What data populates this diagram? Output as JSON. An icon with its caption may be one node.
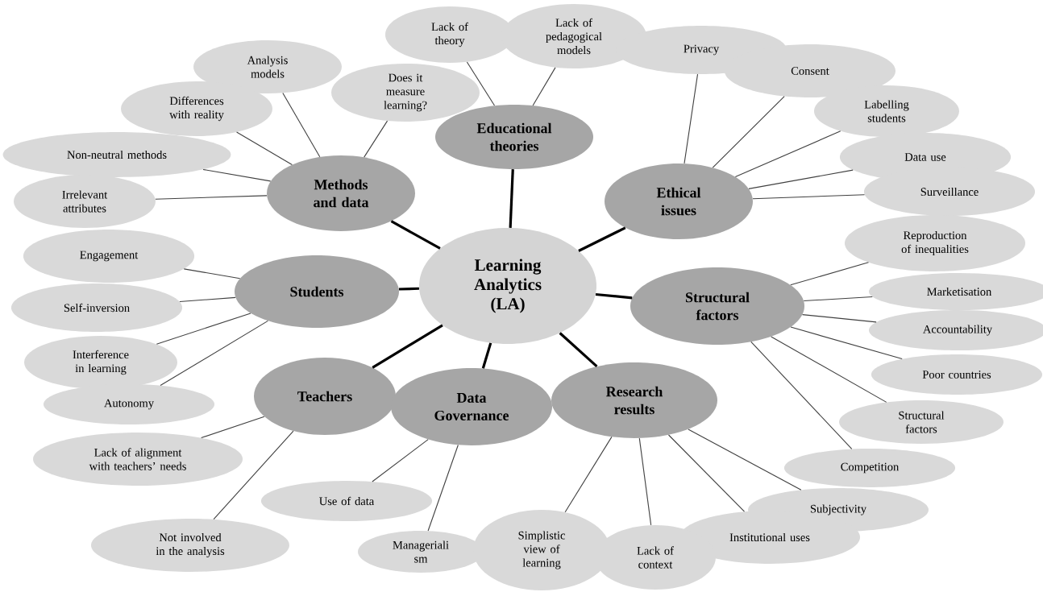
{
  "diagram": {
    "nodes": [
      {
        "text": [
          "Learning Analytics (LA)"
        ]
      },
      {
        "text": [
          "Educational theories"
        ]
      },
      {
        "text": [
          "Methods and data"
        ]
      },
      {
        "text": [
          "Ethical issues"
        ]
      },
      {
        "text": [
          "Students"
        ]
      },
      {
        "text": [
          "Structural factors"
        ]
      },
      {
        "text": [
          "Teachers"
        ]
      },
      {
        "text": [
          "Data Governance"
        ]
      },
      {
        "text": [
          "Research results"
        ]
      },
      {
        "text": [
          "Lack of theory"
        ]
      },
      {
        "text": [
          "Lack of pedagogical models"
        ]
      },
      {
        "text": [
          "Does it measure learning?"
        ]
      },
      {
        "text": [
          "Analysis models"
        ]
      },
      {
        "text": [
          "Differences with reality"
        ]
      },
      {
        "text": [
          "Non-neutral methods"
        ]
      },
      {
        "text": [
          "Irrelevant attributes"
        ]
      },
      {
        "text": [
          "Privacy"
        ]
      },
      {
        "text": [
          "Consent"
        ]
      },
      {
        "text": [
          "Labelling students"
        ]
      },
      {
        "text": [
          "Data use"
        ]
      },
      {
        "text": [
          "Surveillance"
        ]
      },
      {
        "text": [
          "Engagement"
        ]
      },
      {
        "text": [
          "Self-inversion"
        ]
      },
      {
        "text": [
          "Interference in learning"
        ]
      },
      {
        "text": [
          "Autonomy"
        ]
      },
      {
        "text": [
          "Reproduction of inequalities"
        ]
      },
      {
        "text": [
          "Marketisation"
        ]
      },
      {
        "text": [
          "Accountability"
        ]
      },
      {
        "text": [
          "Poor countries"
        ]
      },
      {
        "text": [
          "Structural factors"
        ]
      },
      {
        "text": [
          "Competition"
        ]
      },
      {
        "text": [
          "Lack of alignment with teachers’ needs"
        ]
      },
      {
        "text": [
          "Not involved in the analysis"
        ]
      },
      {
        "text": [
          "Use of data"
        ]
      },
      {
        "text": [
          "Manageriali sm"
        ]
      },
      {
        "text": [
          "Subjectivity"
        ]
      },
      {
        "text": [
          "Institutional uses"
        ]
      },
      {
        "text": [
          "Lack of context"
        ]
      },
      {
        "text": [
          "Simplistic view of learning"
        ]
      }
    ],
    "edges": [
      {
        "from": 0,
        "to": 1,
        "arrow": "none",
        "style": "thick"
      },
      {
        "from": 0,
        "to": 2,
        "arrow": "none",
        "style": "thick"
      },
      {
        "from": 0,
        "to": 3,
        "arrow": "none",
        "style": "thick"
      },
      {
        "from": 0,
        "to": 4,
        "arrow": "none",
        "style": "thick"
      },
      {
        "from": 0,
        "to": 5,
        "arrow": "none",
        "style": "thick"
      },
      {
        "from": 0,
        "to": 6,
        "arrow": "none",
        "style": "thick"
      },
      {
        "from": 0,
        "to": 7,
        "arrow": "none",
        "style": "thick"
      },
      {
        "from": 0,
        "to": 8,
        "arrow": "none",
        "style": "thick"
      },
      {
        "from": 1,
        "to": 9,
        "arrow": "none"
      },
      {
        "from": 1,
        "to": 10,
        "arrow": "none"
      },
      {
        "from": 2,
        "to": 11,
        "arrow": "none"
      },
      {
        "from": 2,
        "to": 12,
        "arrow": "none"
      },
      {
        "from": 2,
        "to": 13,
        "arrow": "none"
      },
      {
        "from": 2,
        "to": 14,
        "arrow": "none"
      },
      {
        "from": 2,
        "to": 15,
        "arrow": "none"
      },
      {
        "from": 3,
        "to": 16,
        "arrow": "none"
      },
      {
        "from": 3,
        "to": 17,
        "arrow": "none"
      },
      {
        "from": 3,
        "to": 18,
        "arrow": "none"
      },
      {
        "from": 3,
        "to": 19,
        "arrow": "none"
      },
      {
        "from": 3,
        "to": 20,
        "arrow": "none"
      },
      {
        "from": 4,
        "to": 21,
        "arrow": "none"
      },
      {
        "from": 4,
        "to": 22,
        "arrow": "none"
      },
      {
        "from": 4,
        "to": 23,
        "arrow": "none"
      },
      {
        "from": 4,
        "to": 24,
        "arrow": "none"
      },
      {
        "from": 5,
        "to": 25,
        "arrow": "none"
      },
      {
        "from": 5,
        "to": 26,
        "arrow": "none"
      },
      {
        "from": 5,
        "to": 27,
        "arrow": "none"
      },
      {
        "from": 5,
        "to": 28,
        "arrow": "none"
      },
      {
        "from": 5,
        "to": 29,
        "arrow": "none"
      },
      {
        "from": 5,
        "to": 30,
        "arrow": "none"
      },
      {
        "from": 6,
        "to": 31,
        "arrow": "none"
      },
      {
        "from": 6,
        "to": 32,
        "arrow": "none"
      },
      {
        "from": 7,
        "to": 33,
        "arrow": "none"
      },
      {
        "from": 7,
        "to": 34,
        "arrow": "none"
      },
      {
        "from": 8,
        "to": 35,
        "arrow": "none"
      },
      {
        "from": 8,
        "to": 36,
        "arrow": "none"
      },
      {
        "from": 8,
        "to": 37,
        "arrow": "none"
      },
      {
        "from": 8,
        "to": 38,
        "arrow": "none"
      }
    ]
  }
}
